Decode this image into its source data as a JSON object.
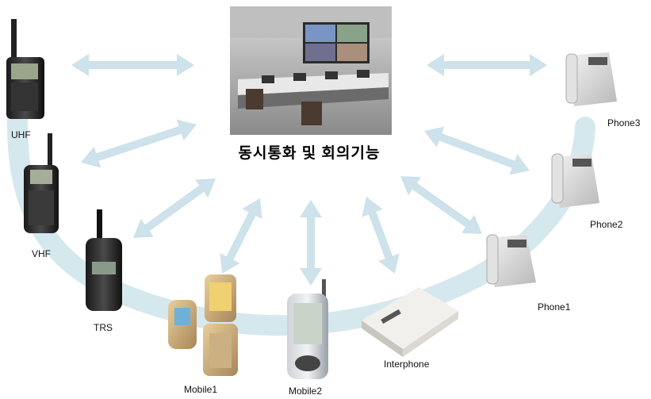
{
  "center": {
    "title": "동시통화 및 회의기능"
  },
  "devices": {
    "uhf": "UHF",
    "vhf": "VHF",
    "trs": "TRS",
    "mobile1": "Mobile1",
    "mobile2": "Mobile2",
    "interphone": "Interphone",
    "phone1": "Phone1",
    "phone2": "Phone2",
    "phone3": "Phone3"
  },
  "colors": {
    "arrow": "#cde2ea",
    "ring": "#d5e8ee"
  }
}
